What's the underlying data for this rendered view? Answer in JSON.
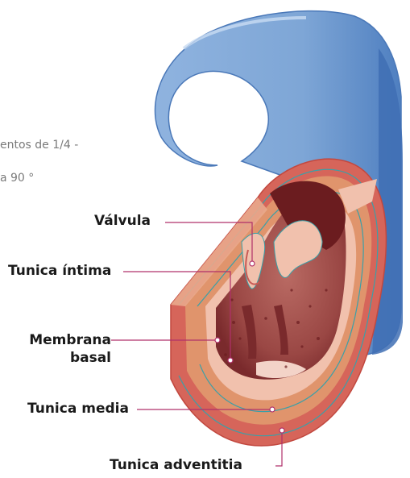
{
  "background_text": {
    "line1": "entos de 1/4 -",
    "line2": "a 90 °"
  },
  "labels": {
    "valvula": "Válvula",
    "tunica_intima": "Tunica íntima",
    "membrana_basal_line1": "Membrana",
    "membrana_basal_line2": "basal",
    "tunica_media": "Tunica media",
    "tunica_adventitia": "Tunica adventitia"
  },
  "colors": {
    "vessel_blue": "#7ea6d6",
    "vessel_blue_dark": "#3f6fb4",
    "adventitia": "#d6655a",
    "media": "#e0946c",
    "intima": "#f1c1ad",
    "lumen_dark": "#7a1f22",
    "lumen_mid": "#a6504d",
    "leader_line": "#b0306a",
    "membrane_line": "#3aa0a8",
    "label_text": "#1a1a1a"
  }
}
